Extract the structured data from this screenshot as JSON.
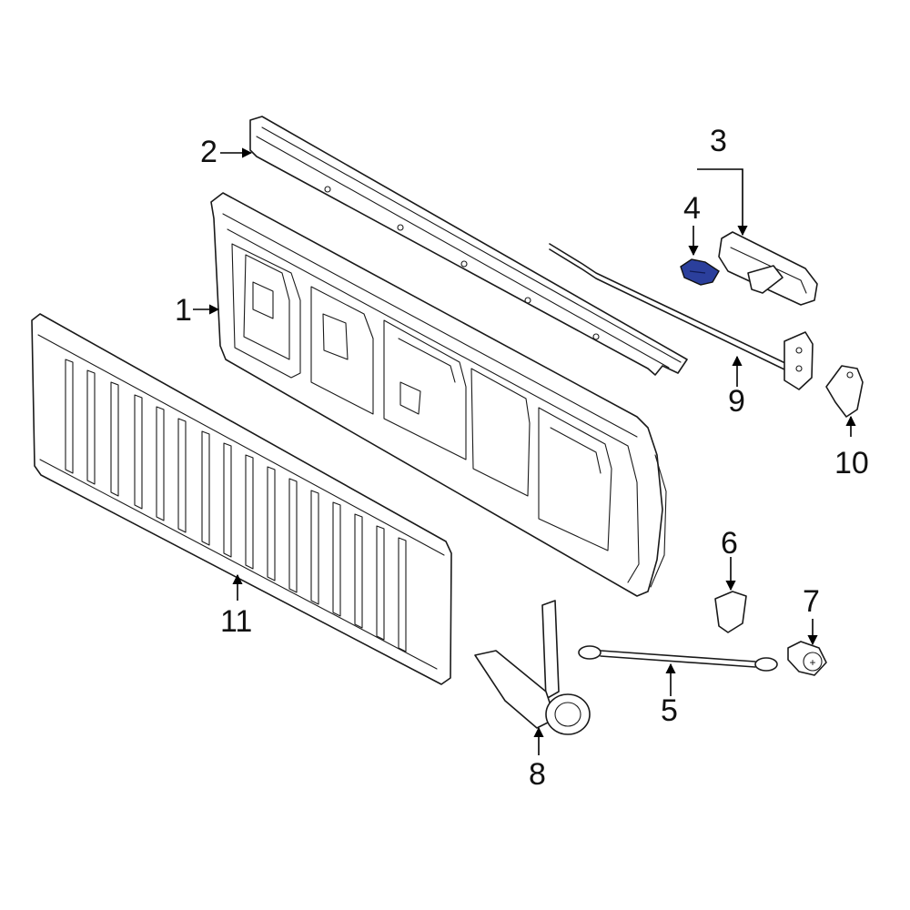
{
  "callouts": [
    {
      "id": "1",
      "label": "1"
    },
    {
      "id": "2",
      "label": "2"
    },
    {
      "id": "3",
      "label": "3"
    },
    {
      "id": "4",
      "label": "4"
    },
    {
      "id": "5",
      "label": "5"
    },
    {
      "id": "6",
      "label": "6"
    },
    {
      "id": "7",
      "label": "7"
    },
    {
      "id": "8",
      "label": "8"
    },
    {
      "id": "9",
      "label": "9"
    },
    {
      "id": "10",
      "label": "10"
    },
    {
      "id": "11",
      "label": "11"
    }
  ],
  "highlight_color": "#2b3f9c",
  "highlighted_part": "4",
  "line_color": "#1a1a1a"
}
